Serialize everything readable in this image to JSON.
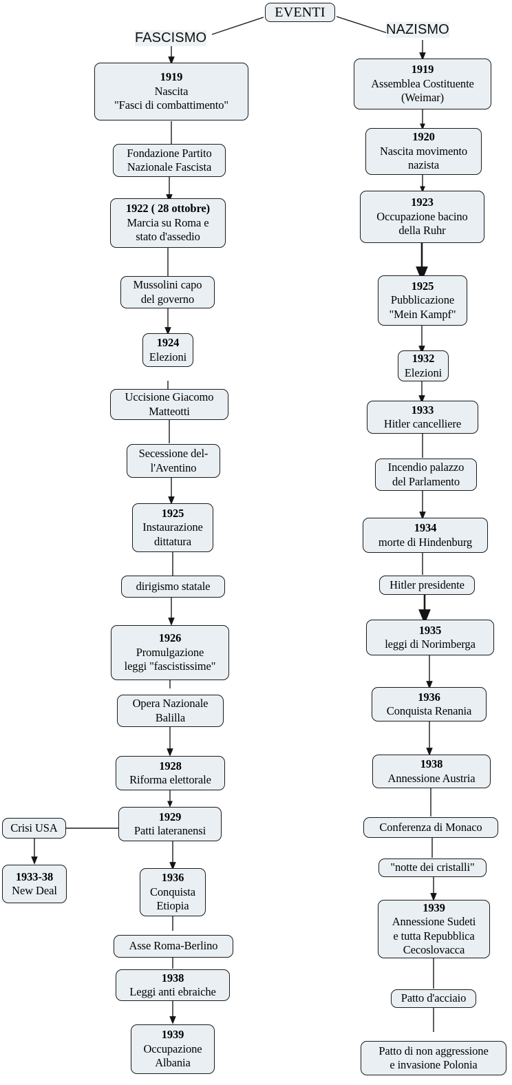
{
  "diagram": {
    "title": "EVENTI",
    "root": {
      "label": "EVENTI"
    },
    "branches": [
      {
        "id": "fascismo",
        "label": "FASCISMO"
      },
      {
        "id": "nazismo",
        "label": "NAZISMO"
      }
    ],
    "accent_color": "#e9eff2",
    "border_color": "#1a1a1a",
    "edge_color": "#1a1a1a"
  },
  "fascismo": {
    "label": "FASCISMO",
    "nodes": [
      {
        "id": "f1",
        "year": "1919",
        "lines": [
          "Nascita",
          "\"Fasci di combattimento\""
        ]
      },
      {
        "id": "f2",
        "year": "",
        "lines": [
          "Fondazione Partito",
          "Nazionale Fascista"
        ]
      },
      {
        "id": "f3",
        "year": "1922 ( 28 ottobre)",
        "lines": [
          "Marcia su Roma e",
          "stato d'assedio"
        ]
      },
      {
        "id": "f4",
        "year": "",
        "lines": [
          "Mussolini capo",
          "del governo"
        ]
      },
      {
        "id": "f5",
        "year": "1924",
        "lines": [
          "Elezioni"
        ]
      },
      {
        "id": "f6",
        "year": "",
        "lines": [
          "Uccisione Giacomo",
          "Matteotti"
        ]
      },
      {
        "id": "f7",
        "year": "",
        "lines": [
          "Secessione del-",
          "l'Aventino"
        ]
      },
      {
        "id": "f8",
        "year": "1925",
        "lines": [
          "Instaurazione",
          "dittatura"
        ]
      },
      {
        "id": "f9",
        "year": "",
        "lines": [
          "dirigismo statale"
        ]
      },
      {
        "id": "f10",
        "year": "1926",
        "lines": [
          "Promulgazione",
          "leggi \"fascistissime\""
        ]
      },
      {
        "id": "f11",
        "year": "",
        "lines": [
          "Opera Nazionale",
          "Balilla"
        ]
      },
      {
        "id": "f12",
        "year": "1928",
        "lines": [
          "Riforma elettorale"
        ]
      },
      {
        "id": "f13",
        "year": "1929",
        "lines": [
          "Patti lateranensi"
        ]
      },
      {
        "id": "f14",
        "year": "1936",
        "lines": [
          "Conquista",
          "Etiopia"
        ]
      },
      {
        "id": "f15",
        "year": "",
        "lines": [
          "Asse Roma-Berlino"
        ]
      },
      {
        "id": "f16",
        "year": "1938",
        "lines": [
          "Leggi anti ebraiche"
        ]
      },
      {
        "id": "f17",
        "year": "1939",
        "lines": [
          "Occupazione",
          "Albania"
        ]
      }
    ]
  },
  "side": {
    "nodes": [
      {
        "id": "s1",
        "year": "",
        "lines": [
          "Crisi USA"
        ]
      },
      {
        "id": "s2",
        "year": "1933-38",
        "lines": [
          "New Deal"
        ]
      }
    ]
  },
  "nazismo": {
    "label": "NAZISMO",
    "nodes": [
      {
        "id": "n1",
        "year": "1919",
        "lines": [
          "Assemblea Costituente",
          "(Weimar)"
        ]
      },
      {
        "id": "n2",
        "year": "1920",
        "lines": [
          "Nascita movimento",
          "nazista"
        ]
      },
      {
        "id": "n3",
        "year": "1923",
        "lines": [
          "Occupazione bacino",
          "della Ruhr"
        ]
      },
      {
        "id": "n4",
        "year": "1925",
        "lines": [
          "Pubblicazione",
          "\"Mein Kampf\""
        ]
      },
      {
        "id": "n5",
        "year": "1932",
        "lines": [
          "Elezioni"
        ]
      },
      {
        "id": "n6",
        "year": "1933",
        "lines": [
          "Hitler cancelliere"
        ]
      },
      {
        "id": "n7",
        "year": "",
        "lines": [
          "Incendio palazzo",
          "del Parlamento"
        ]
      },
      {
        "id": "n8",
        "year": "1934",
        "lines": [
          "morte di Hindenburg"
        ]
      },
      {
        "id": "n9",
        "year": "",
        "lines": [
          "Hitler presidente"
        ]
      },
      {
        "id": "n10",
        "year": "1935",
        "lines": [
          "leggi di Norimberga"
        ]
      },
      {
        "id": "n11",
        "year": "1936",
        "lines": [
          "Conquista Renania"
        ]
      },
      {
        "id": "n12",
        "year": "1938",
        "lines": [
          "Annessione Austria"
        ]
      },
      {
        "id": "n13",
        "year": "",
        "lines": [
          "Conferenza di Monaco"
        ]
      },
      {
        "id": "n14",
        "year": "",
        "lines": [
          "\"notte dei cristalli\""
        ]
      },
      {
        "id": "n15",
        "year": "1939",
        "lines": [
          "Annessione Sudeti",
          "e tutta Repubblica",
          "Cecoslovacca"
        ]
      },
      {
        "id": "n16",
        "year": "",
        "lines": [
          "Patto d'acciaio"
        ]
      },
      {
        "id": "n17",
        "year": "",
        "lines": [
          "Patto di non aggressione",
          "e invasione Polonia"
        ]
      }
    ]
  }
}
